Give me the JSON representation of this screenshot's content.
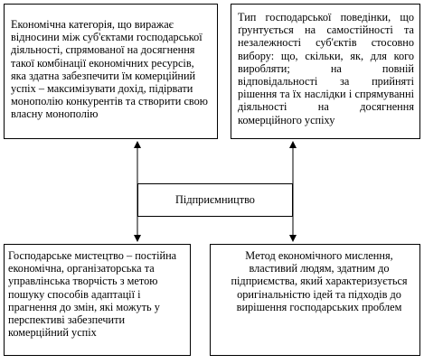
{
  "diagram": {
    "center_label": "Підприємництво",
    "top_left_text": "Економічна категорія, що виражає відносини між суб'єктами господарської діяльності, спрямованої на досягнення такої комбінації економічних ресурсів, яка здатна забезпечити їм комерційний успіх – максимізувати дохід, підірвати монополію конкурентів та створити свою власну монополію",
    "top_right_text": "Тип господарської поведінки, що ґрунтується на самостійності та незалежності суб'єктів стосовно вибору: що, скільки, як, для кого виробляти; на повній відповідальності за прийняті рішення та їх наслідки і спрямуванні діяльності на досягнення комерційного успіху",
    "bottom_left_text": "Господарське мистецтво – постійна економічна, організаторська та управлінська творчість з метою пошуку способів адаптації і прагнення до змін, які можуть у перспективі забезпечити комерційний успіх",
    "bottom_right_text": "Метод економічного мислення, властивий людям, здатним до підприємства, який характеризується оригінальністю ідей та підходів до вирішення господарських проблем"
  }
}
